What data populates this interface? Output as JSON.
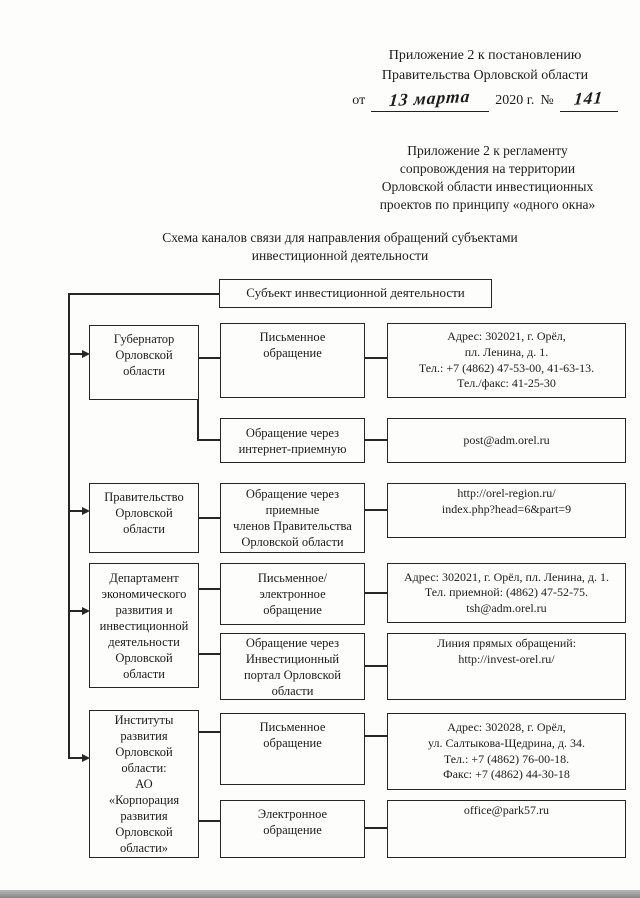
{
  "stamp": {
    "line1": "Приложение 2 к постановлению",
    "line2": "Правительства Орловской области",
    "from_label": "от",
    "date_value": "13 марта",
    "year_label": "2020 г.",
    "no_label": "№",
    "no_value": "141"
  },
  "annex": {
    "text": "Приложение 2 к регламенту\nсопровождения на территории\nОрловской области инвестиционных\nпроектов по принципу «одного окна»"
  },
  "title": {
    "text": "Схема каналов связи для направления обращений субъектами\nинвестиционной деятельности"
  },
  "diagram": {
    "root_label": "Субъект инвестиционной деятельности",
    "entities": [
      {
        "label": "Губернатор\nОрловской\nобласти"
      },
      {
        "label": "Правительство\nОрловской\nобласти"
      },
      {
        "label": "Департамент\nэкономического\nразвития и\nинвестиционной\nдеятельности\nОрловской\nобласти"
      },
      {
        "label": "Институты\nразвития\nОрловской\nобласти:\nАО\n«Корпорация\nразвития\nОрловской\nобласти»"
      }
    ],
    "channels": [
      {
        "method": "Письменное\nобращение",
        "contact": "Адрес: 302021, г. Орёл,\nпл. Ленина, д. 1.\nТел.: +7 (4862) 47-53-00, 41-63-13.\nТел./факс: 41-25-30"
      },
      {
        "method": "Обращение через\nинтернет-приемную",
        "contact": "post@adm.orel.ru"
      },
      {
        "method": "Обращение через\nприемные\nчленов Правительства\nОрловской области",
        "contact": "http://orel-region.ru/\nindex.php?head=6&part=9"
      },
      {
        "method": "Письменное/\nэлектронное\nобращение",
        "contact": "Адрес: 302021, г. Орёл, пл. Ленина, д. 1.\nТел. приемной: (4862) 47-52-75.\ntsh@adm.orel.ru"
      },
      {
        "method": "Обращение через\nИнвестиционный\nпортал Орловской\nобласти",
        "contact": "Линия прямых обращений:\nhttp://invest-orel.ru/"
      },
      {
        "method": "Письменное\nобращение",
        "contact": "Адрес: 302028, г. Орёл,\nул. Салтыкова-Щедрина, д. 34.\nТел.: +7 (4862) 76-00-18.\nФакс: +7 (4862) 44-30-18"
      },
      {
        "method": "Электронное\nобращение",
        "contact": "office@park57.ru"
      }
    ]
  }
}
